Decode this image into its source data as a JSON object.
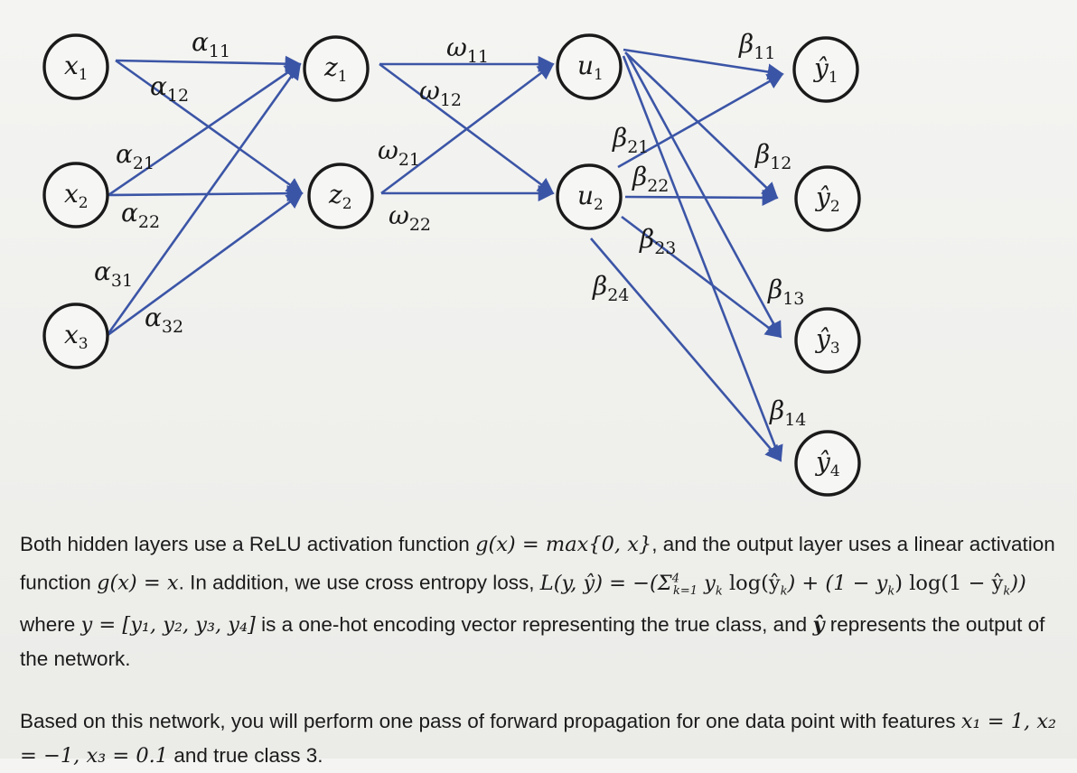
{
  "diagram": {
    "nodes": [
      {
        "id": "x1",
        "base": "x",
        "sub": "1",
        "group": "input"
      },
      {
        "id": "x2",
        "base": "x",
        "sub": "2",
        "group": "input"
      },
      {
        "id": "x3",
        "base": "x",
        "sub": "3",
        "group": "input"
      },
      {
        "id": "z1",
        "base": "z",
        "sub": "1",
        "group": "hidden1"
      },
      {
        "id": "z2",
        "base": "z",
        "sub": "2",
        "group": "hidden1"
      },
      {
        "id": "u1",
        "base": "u",
        "sub": "1",
        "group": "hidden2"
      },
      {
        "id": "u2",
        "base": "u",
        "sub": "2",
        "group": "hidden2"
      },
      {
        "id": "y1",
        "base": "ŷ",
        "sub": "1",
        "group": "output"
      },
      {
        "id": "y2",
        "base": "ŷ",
        "sub": "2",
        "group": "output"
      },
      {
        "id": "y3",
        "base": "ŷ",
        "sub": "3",
        "group": "output"
      },
      {
        "id": "y4",
        "base": "ŷ",
        "sub": "4",
        "group": "output"
      }
    ],
    "edges": [
      {
        "from": "x1",
        "to": "z1",
        "base": "α",
        "sub": "11"
      },
      {
        "from": "x1",
        "to": "z2",
        "base": "α",
        "sub": "12"
      },
      {
        "from": "x2",
        "to": "z1",
        "base": "α",
        "sub": "21"
      },
      {
        "from": "x2",
        "to": "z2",
        "base": "α",
        "sub": "22"
      },
      {
        "from": "x3",
        "to": "z1",
        "base": "α",
        "sub": "31"
      },
      {
        "from": "x3",
        "to": "z2",
        "base": "α",
        "sub": "32"
      },
      {
        "from": "z1",
        "to": "u1",
        "base": "ω",
        "sub": "11"
      },
      {
        "from": "z1",
        "to": "u2",
        "base": "ω",
        "sub": "12"
      },
      {
        "from": "z2",
        "to": "u1",
        "base": "ω",
        "sub": "21"
      },
      {
        "from": "z2",
        "to": "u2",
        "base": "ω",
        "sub": "22"
      },
      {
        "from": "u1",
        "to": "y1",
        "base": "β",
        "sub": "11"
      },
      {
        "from": "u1",
        "to": "y2",
        "base": "β",
        "sub": "12"
      },
      {
        "from": "u1",
        "to": "y3",
        "base": "β",
        "sub": "13"
      },
      {
        "from": "u1",
        "to": "y4",
        "base": "β",
        "sub": "14"
      },
      {
        "from": "u2",
        "to": "y1",
        "base": "β",
        "sub": "21"
      },
      {
        "from": "u2",
        "to": "y2",
        "base": "β",
        "sub": "22"
      },
      {
        "from": "u2",
        "to": "y3",
        "base": "β",
        "sub": "23"
      },
      {
        "from": "u2",
        "to": "y4",
        "base": "β",
        "sub": "24"
      }
    ],
    "edge_color": "#3b55a6",
    "node_stroke_color": "#1a1a1a"
  },
  "text": {
    "p1_a": "Both hidden layers use a ReLU activation function ",
    "p1_m1": "g(x) = max{0, x}",
    "p1_b": ", and the output layer uses a linear activation function ",
    "p1_m2": "g(x) = x",
    "p1_c": ". In addition, we use cross entropy loss, ",
    "p1_m3": "L(y, ŷ) = −(Σ",
    "p1_m3_sub": "k=1",
    "p1_m3_sup": "4",
    "p1_m4": " y",
    "p1_m4_sub": "k",
    "p1_m5": " log(ŷ",
    "p1_m5_sub": "k",
    "p1_m6": ") + (1 − y",
    "p1_m6_sub": "k",
    "p1_m7": ") log(1 − ŷ",
    "p1_m7_sub": "k",
    "p1_m8": "))",
    "p1_d": " where ",
    "p1_m9": "y = [y₁, y₂, y₃, y₄]",
    "p1_e": " is a one-hot encoding vector representing the true class, and ",
    "p1_m10": "ŷ",
    "p1_f": " represents the output of the network.",
    "p2_a": "Based on this network, you will perform one pass of forward propagation for one data point with features ",
    "p2_m1": "x₁ = 1, x₂ = −1, x₃ = 0.1",
    "p2_b": " and true class 3."
  }
}
